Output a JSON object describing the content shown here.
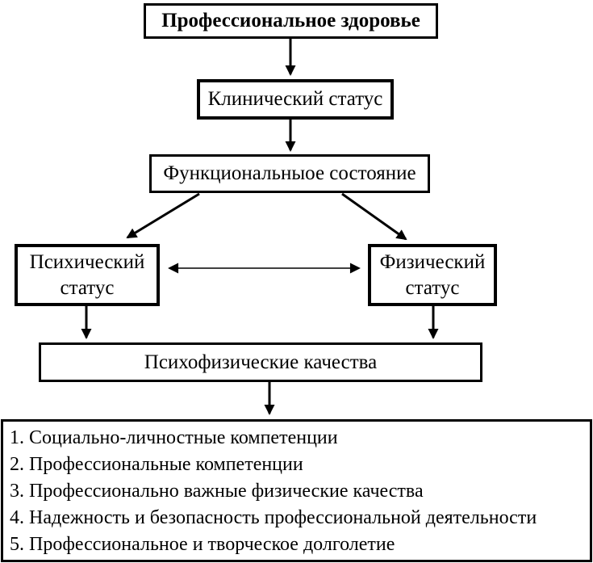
{
  "diagram": {
    "nodes": {
      "professional_health": "Профессиональное здоровье",
      "clinical_status": "Клинический статус",
      "functional_state": "Функциональныое состояние",
      "mental_status": "Психический статус",
      "physical_status": "Физический статус",
      "psychophysical_qualities": "Психофизические качества"
    },
    "list_items": [
      "1. Социально-личностные компетенции",
      "2. Профессиональные компетенции",
      "3. Профессионально важные физические качества",
      "4. Надежность и безопасность профессиональной деятельности",
      "5. Профессиональное и творческое долголетие"
    ],
    "colors": {
      "line": "#000000",
      "background": "#ffffff",
      "text": "#000000"
    }
  }
}
